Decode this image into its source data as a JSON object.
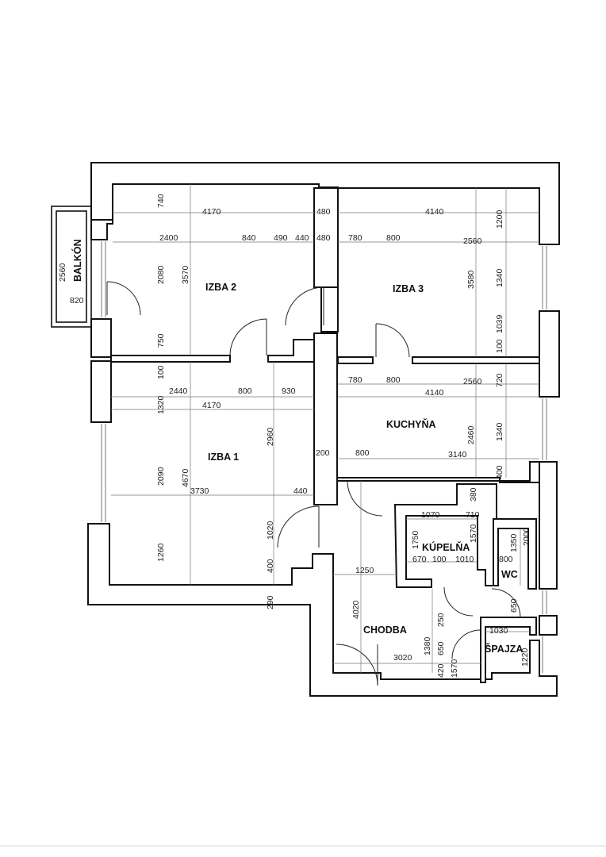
{
  "rooms": {
    "izba1": "IZBA 1",
    "izba2": "IZBA 2",
    "izba3": "IZBA 3",
    "kuchyna": "KUCHYŇA",
    "kupelna": "KÚPELŇA",
    "chodba": "CHODBA",
    "spajza": "ŠPAJZA",
    "wc": "WC",
    "balkon": "BALKÓN"
  },
  "dims": {
    "balkon_len": "2560",
    "balkon_w": "820",
    "i2_top": "4170",
    "i2_v740": "740",
    "i2_2400": "2400",
    "i2_840": "840",
    "i2_490": "490",
    "i2_440": "440",
    "i2_2080": "2080",
    "i2_3570": "3570",
    "i2_750": "750",
    "wall_480a": "480",
    "wall_480b": "480",
    "i3_top": "4140",
    "i3_1200": "1200",
    "i3_780": "780",
    "i3_800": "800",
    "i3_2560": "2560",
    "i3_3580": "3580",
    "i3_1340": "1340",
    "i3_1039": "1039",
    "i3_100": "100",
    "i1_100": "100",
    "i1_2440": "2440",
    "i1_800": "800",
    "i1_930": "930",
    "i1_1320": "1320",
    "i1_4170": "4170",
    "i1_2960": "2960",
    "i1_2090": "2090",
    "i1_4670": "4670",
    "i1_3730": "3730",
    "i1_440": "440",
    "i1_1020": "1020",
    "i1_1260": "1260",
    "i1_400": "400",
    "i1_290": "290",
    "k_780": "780",
    "k_800": "800",
    "k_2560": "2560",
    "k_720": "720",
    "k_4140": "4140",
    "k_2460": "2460",
    "k_1340": "1340",
    "k_200": "200",
    "k_800b": "800",
    "k_3140": "3140",
    "k_400": "400",
    "ku_1070": "1070",
    "ku_710": "710",
    "ku_380": "380",
    "ku_1750": "1750",
    "ku_1570": "1570",
    "ku_670": "670",
    "ku_100": "100",
    "ku_1010": "1010",
    "wc_800": "800",
    "wc_1350": "1350",
    "wc_2000": "2000",
    "ch_1250": "1250",
    "ch_4020": "4020",
    "ch_250": "250",
    "ch_1380": "1380",
    "ch_650": "650",
    "ch_3020": "3020",
    "ch_420": "420",
    "ch_1570": "1570",
    "sp_650": "650",
    "sp_1030": "1030",
    "sp_1220": "1220"
  }
}
